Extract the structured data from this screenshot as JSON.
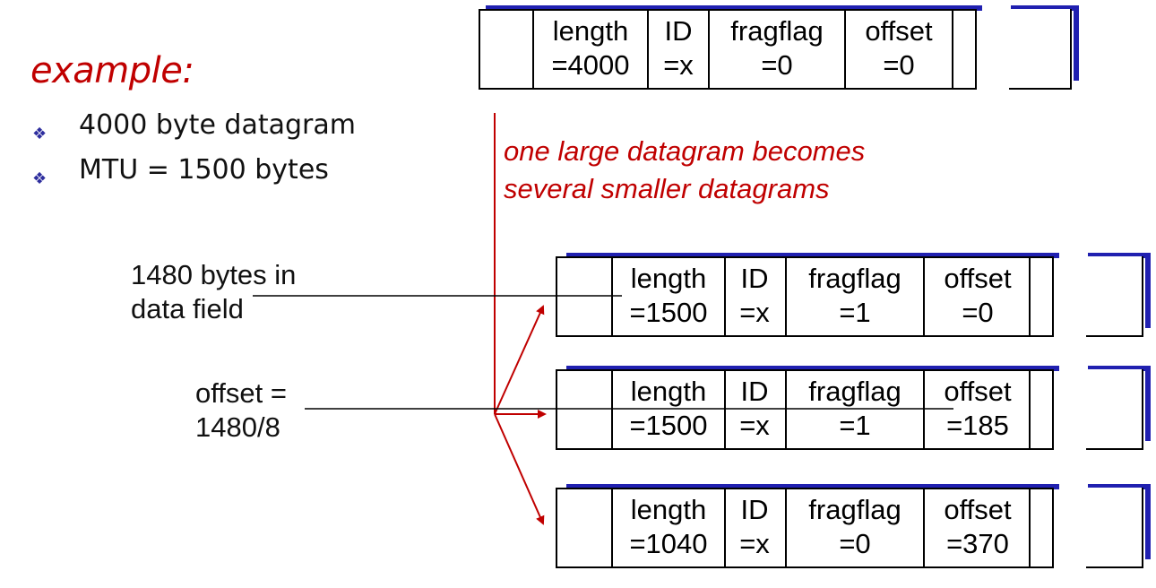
{
  "slide": {
    "title": "example:",
    "bullets": [
      "4000 byte datagram",
      "MTU = 1500 bytes"
    ],
    "note_lines": [
      "one large datagram becomes",
      "several smaller datagrams"
    ],
    "side_labels": [
      "1480 bytes in\ndata field",
      "offset =\n1480/8"
    ]
  },
  "datagrams": {
    "original": {
      "length": [
        "length",
        "=4000"
      ],
      "id": [
        "ID",
        "=x"
      ],
      "fragflag": [
        "fragflag",
        "=0"
      ],
      "offset": [
        "offset",
        "=0"
      ]
    },
    "fragments": [
      {
        "length": [
          "length",
          "=1500"
        ],
        "id": [
          "ID",
          "=x"
        ],
        "fragflag": [
          "fragflag",
          "=1"
        ],
        "offset": [
          "offset",
          "=0"
        ]
      },
      {
        "length": [
          "length",
          "=1500"
        ],
        "id": [
          "ID",
          "=x"
        ],
        "fragflag": [
          "fragflag",
          "=1"
        ],
        "offset": [
          "offset",
          "=185"
        ]
      },
      {
        "length": [
          "length",
          "=1040"
        ],
        "id": [
          "ID",
          "=x"
        ],
        "fragflag": [
          "fragflag",
          "=0"
        ],
        "offset": [
          "offset",
          "=370"
        ]
      }
    ]
  },
  "colors": {
    "accent_red": "#c00000",
    "header_shadow_blue": "#2020b0",
    "bullet_blue": "#2e2e9e"
  }
}
